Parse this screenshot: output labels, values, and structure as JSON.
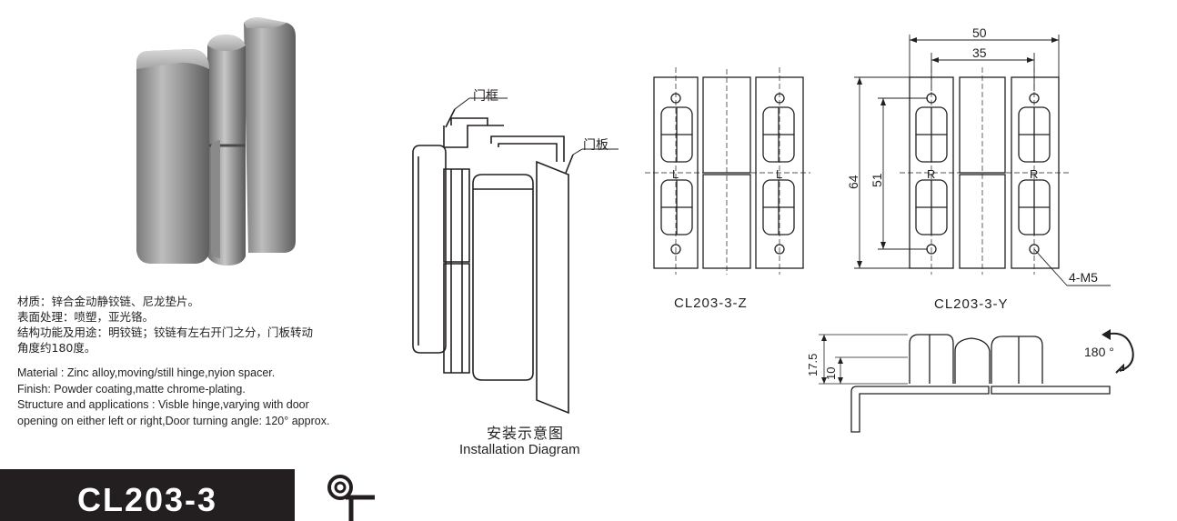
{
  "product": {
    "model": "CL203-3"
  },
  "specs_cn": [
    "材质：锌合金动静铰链、尼龙垫片。",
    "表面处理：喷塑，亚光铬。",
    "结构功能及用途：明铰链；铰链有左右开门之分，门板转动",
    "角度约180度。"
  ],
  "specs_en": [
    "Material : Zinc alloy,moving/still hinge,nyion spacer.",
    "Finish: Powder coating,matte chrome-plating.",
    "Structure and applications : Visble hinge,varying with door",
    "opening on either left or right,Door turning angle: 120°  approx."
  ],
  "installation": {
    "frame_label": "门框",
    "panel_label": "门板",
    "caption_cn": "安装示意图",
    "caption_en": "Installation Diagram"
  },
  "drawings": {
    "left_model": "CL203-3-Z",
    "right_model": "CL203-3-Y",
    "marker_left": "L",
    "marker_right": "R",
    "dim_width": "50",
    "dim_hole_spacing": "35",
    "dim_height": "64",
    "dim_hole_height": "51",
    "dim_thread": "4-M5",
    "dim_side_height": "17.5",
    "dim_side_inner": "10",
    "rotation_label": "180 °"
  },
  "icons": [
    "hinge-3d-render-icon",
    "lock-key-symbol-icon",
    "rotation-arrow-icon"
  ],
  "colors": {
    "badge_bg": "#231f20",
    "badge_text": "#ffffff",
    "line": "#231f20"
  }
}
